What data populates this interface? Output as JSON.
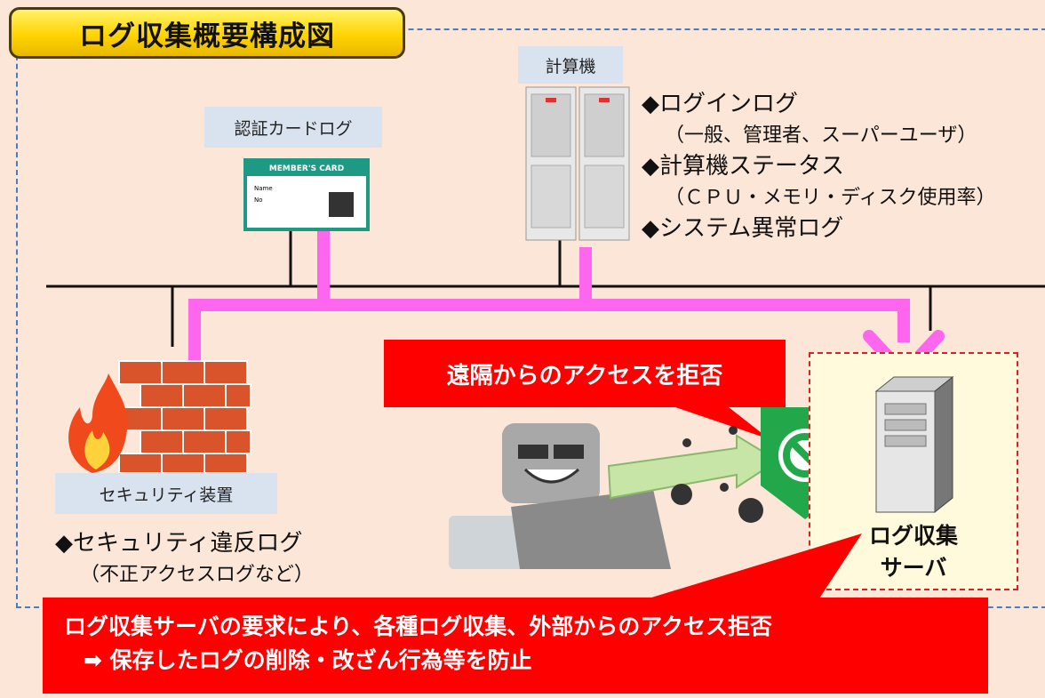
{
  "title": "ログ収集概要構成図",
  "computer": {
    "label": "計算機",
    "log_items": [
      "◆ログインログ",
      "（一般、管理者、スーパーユーザ）",
      "◆計算機ステータス",
      "（ＣＰＵ・メモリ・ディスク使用率）",
      "◆システム異常ログ"
    ]
  },
  "auth_card": {
    "label": "認証カードログ",
    "card_header": "MEMBER'S CARD",
    "card_name": "Name",
    "card_no": "No"
  },
  "security": {
    "label": "セキュリティ装置",
    "log_item": "◆セキュリティ違反ログ",
    "log_note": "（不正アクセスログなど）"
  },
  "remote_callout": "遠隔からのアクセスを拒否",
  "log_server": {
    "line1": "ログ収集",
    "line2": "サーバ"
  },
  "summary": {
    "line1": "ログ収集サーバの要求により、各種ログ収集、外部からのアクセス拒否",
    "line2": "➡ 保存したログの削除・改ざん行為等を防止"
  },
  "colors": {
    "background": "#fbe6d8",
    "frame": "#4a7cc4",
    "title_badge": "#ffd400",
    "label_box": "#d9e3f0",
    "log_flow": "#ff66ee",
    "callout": "#ff0000",
    "shield": "#22a84a",
    "server_zone": "#fffadb"
  }
}
